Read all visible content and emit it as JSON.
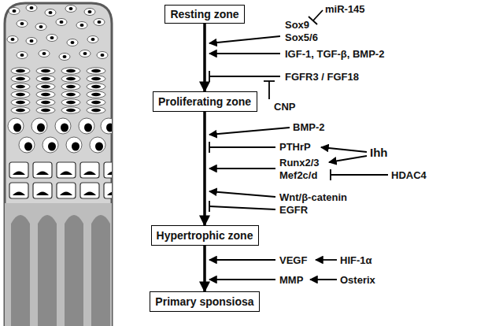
{
  "diagram": {
    "nodes": [
      {
        "text": [
          "Resting zone"
        ]
      },
      {
        "text": [
          "Proliferating zone"
        ]
      },
      {
        "text": [
          "Hypertrophic zone"
        ]
      },
      {
        "text": [
          "Primary sponsiosa"
        ]
      }
    ],
    "edges": [
      {
        "from": 0,
        "to": 1,
        "arrow": "to"
      },
      {
        "from": 1,
        "to": 2,
        "arrow": "to"
      },
      {
        "from": 2,
        "to": 3,
        "arrow": "to"
      }
    ],
    "labels": [
      "miR-145",
      "Sox9",
      "Sox5/6",
      "IGF-1, TGF-β, BMP-2",
      "FGFR3 / FGF18",
      "CNP",
      "BMP-2",
      "PTHrP",
      "Ihh",
      "Runx2/3",
      "Mef2c/d",
      "HDAC4",
      "Wnt/β-catenin",
      "EGFR",
      "VEGF",
      "HIF-1α",
      "MMP",
      "Osterix"
    ]
  }
}
